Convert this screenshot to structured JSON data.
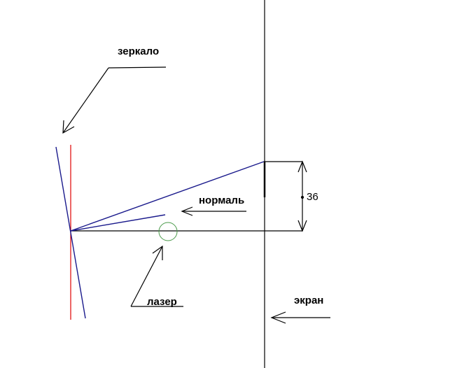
{
  "labels": {
    "mirror": "зеркало",
    "normal": "нормаль",
    "laser": "лазер",
    "screen": "экран",
    "distance": "36"
  },
  "colors": {
    "mirror": "#1a1a8c",
    "vertical_reference": "#e00000",
    "laser_marker": "#4a9a4a",
    "lines": "#000000"
  }
}
